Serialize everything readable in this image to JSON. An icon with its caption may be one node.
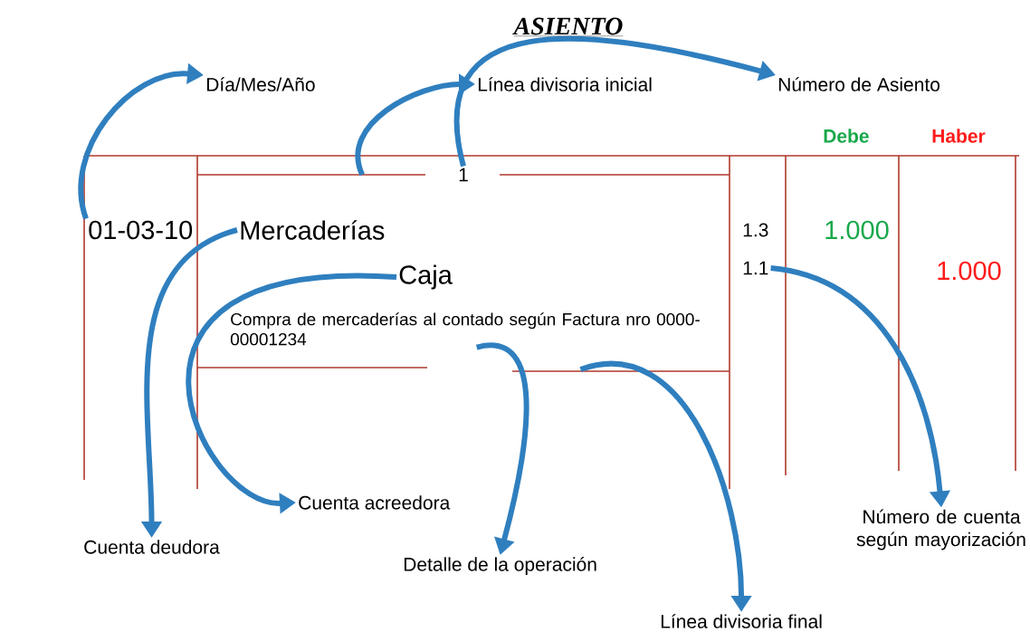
{
  "diagram": {
    "title": "ASIENTO",
    "nodes": [
      {
        "text": [
          "Día/Mes/Año"
        ]
      },
      {
        "text": [
          "Línea divisoria inicial"
        ]
      },
      {
        "text": [
          "Número de Asiento"
        ]
      },
      {
        "text": [],
        "shape": "line"
      },
      {
        "text": [
          "1"
        ]
      },
      {
        "text": [
          "01-03-10"
        ]
      },
      {
        "text": [
          "Mercaderías"
        ]
      },
      {
        "text": [
          "1.1"
        ]
      },
      {
        "text": [
          "Caja"
        ]
      },
      {
        "text": [
          "Compra de mercaderías al contado según Factura nro 0000-00001234"
        ]
      },
      {
        "text": [],
        "shape": "line"
      },
      {
        "text": [
          "Cuenta acreedora"
        ]
      },
      {
        "text": [
          "Cuenta deudora"
        ]
      },
      {
        "text": [
          "Detalle de la operación"
        ]
      },
      {
        "text": [
          "Número de cuenta según mayorización"
        ]
      },
      {
        "text": [
          "Línea divisoria final"
        ]
      }
    ],
    "edges": [
      {
        "from": 5,
        "to": 0,
        "arrow": "to"
      },
      {
        "from": 3,
        "to": 1,
        "arrow": "to"
      },
      {
        "from": 4,
        "to": 2,
        "arrow": "to"
      },
      {
        "from": 6,
        "to": 12,
        "arrow": "to"
      },
      {
        "from": 8,
        "to": 11,
        "arrow": "to"
      },
      {
        "from": 9,
        "to": 13,
        "arrow": "to"
      },
      {
        "from": 10,
        "to": 15,
        "arrow": "to"
      },
      {
        "from": 7,
        "to": 14,
        "arrow": "to"
      }
    ],
    "labels": [
      "Debe",
      "Haber",
      "1.3",
      "1.000",
      "1.000"
    ]
  }
}
